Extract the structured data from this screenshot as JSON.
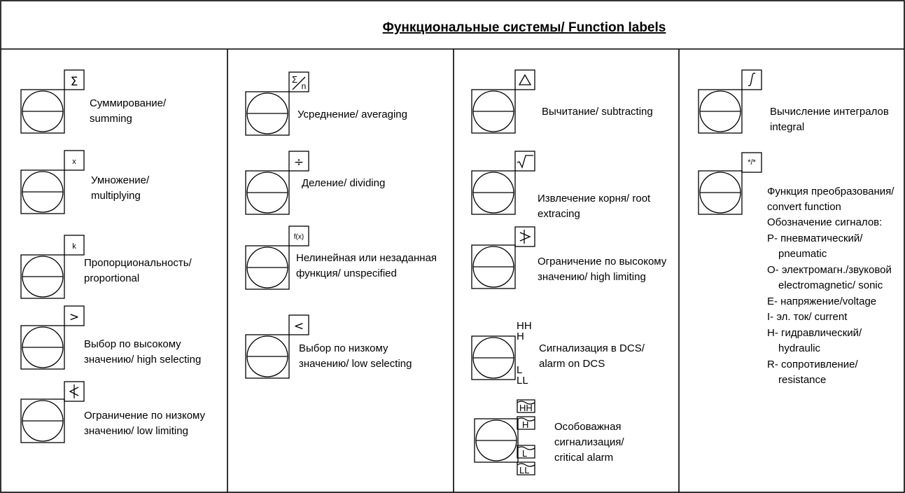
{
  "title": "Функциональные системы/ Function labels",
  "columns": [
    {
      "items": [
        {
          "glyph": "Σ",
          "icon": "sum-icon",
          "lines": [
            "Суммирование/",
            "summing"
          ]
        },
        {
          "glyph": "x",
          "icon": "multiply-icon",
          "lines": [
            "Умножение/",
            "multiplying"
          ]
        },
        {
          "glyph": "k",
          "icon": "proportional-icon",
          "lines": [
            "Пропорциональность/",
            "proportional"
          ]
        },
        {
          "glyph": ">",
          "icon": "greater-than-icon",
          "lines": [
            "Выбор по высокому",
            "значению/ high selecting"
          ]
        },
        {
          "glyph": "",
          "icon": "low-limit-icon",
          "lines": [
            "Ограничение по низкому",
            "значению/ low limiting"
          ]
        }
      ]
    },
    {
      "items": [
        {
          "glyph": "Σ",
          "glyph_sub": "n",
          "icon": "average-icon",
          "lines": [
            "Усреднение/ averaging"
          ]
        },
        {
          "glyph": "÷",
          "icon": "divide-icon",
          "lines": [
            "Деление/ dividing"
          ]
        },
        {
          "glyph": "f(x)",
          "icon": "function-icon",
          "lines": [
            "Нелинейная или незаданная",
            "функция/ unspecified"
          ]
        },
        {
          "glyph": "<",
          "icon": "less-than-icon",
          "lines": [
            "Выбор по низкому",
            "значению/ low selecting"
          ]
        }
      ]
    },
    {
      "items": [
        {
          "glyph": "",
          "icon": "delta-icon",
          "lines": [
            "Вычитание/ subtracting"
          ]
        },
        {
          "glyph": "",
          "icon": "square-root-icon",
          "lines": [
            "Извлечение корня/ root",
            "extracing"
          ]
        },
        {
          "glyph": "",
          "icon": "high-limit-icon",
          "lines": [
            "Ограничение по высокому",
            "значению/ high limiting"
          ]
        },
        {
          "glyph_labels": [
            "HH",
            "H",
            "L",
            "LL"
          ],
          "icon": "alarm-levels-icon",
          "lines": [
            "Сигнализация в DCS/",
            "alarm on DCS"
          ]
        },
        {
          "glyph_labels": [
            "HH",
            "H",
            "L",
            "LL"
          ],
          "icon": "critical-alarm-flags-icon",
          "lines": [
            "Особоважная",
            "сигнализация/",
            "critical alarm"
          ]
        }
      ]
    },
    {
      "items": [
        {
          "glyph": "",
          "icon": "integral-icon",
          "lines": [
            "Вычисление интегралов",
            "integral"
          ]
        },
        {
          "glyph": "*/*",
          "icon": "convert-icon",
          "lines": [
            "Функция преобразования/",
            "convert function",
            "Обозначение сигналов:",
            "P- пневматический/",
            "pneumatic",
            "O- электромагн./звуковой",
            "electromagnetic/ sonic",
            "E- напряжение/voltage",
            "I- эл. ток/ current",
            "H- гидравлический/",
            "hydraulic",
            "R- сопротивление/",
            "resistance"
          ]
        }
      ]
    }
  ]
}
